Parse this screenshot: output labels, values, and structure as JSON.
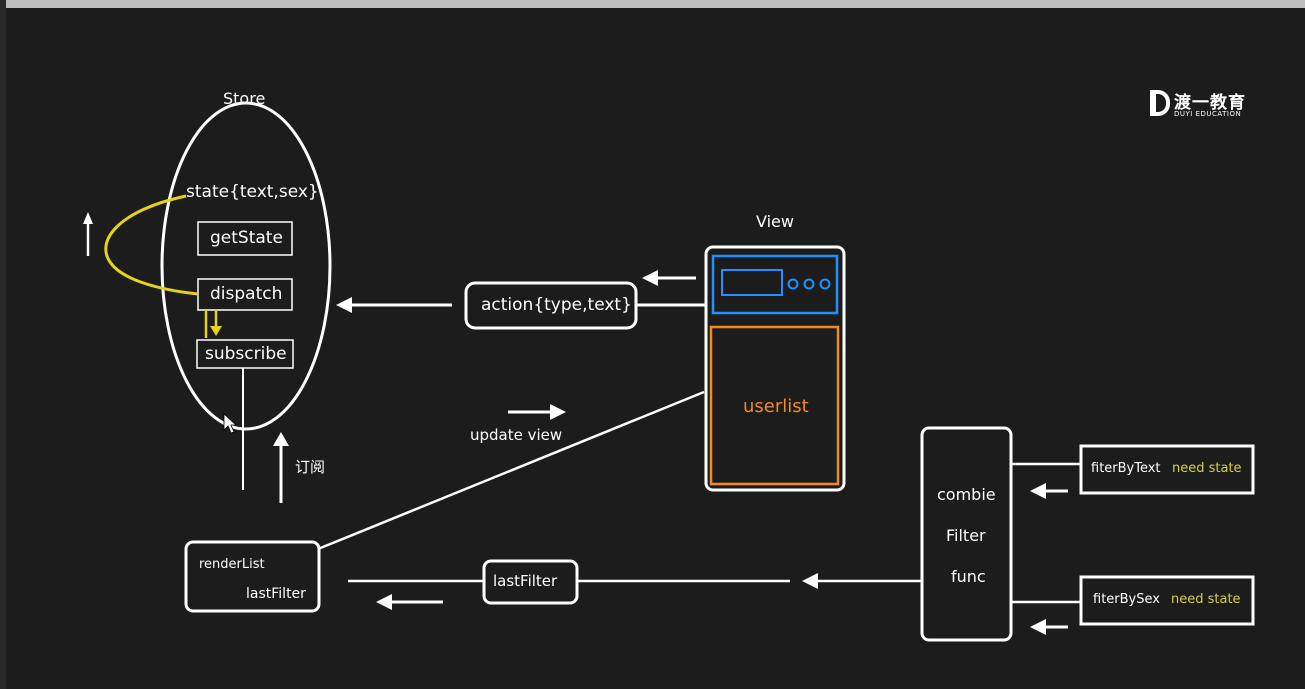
{
  "store": {
    "title": "Store",
    "state": "state{text,sex}",
    "get_state": "getState",
    "dispatch": "dispatch",
    "subscribe": "subscribe",
    "subscribe_note": "订阅"
  },
  "view": {
    "title": "View",
    "userlist": "userlist"
  },
  "action": "action{type,text}",
  "update_view": "update view",
  "render": {
    "render_list": "renderList",
    "last_filter": "lastFilter"
  },
  "last_filter_box": "lastFilter",
  "combine": {
    "line1": "combie",
    "line2": "Filter",
    "line3": "func"
  },
  "filters": [
    {
      "name": "fiterByText",
      "note": "need state"
    },
    {
      "name": "fiterBySex",
      "note": "need state"
    }
  ],
  "logo": {
    "name": "渡一教育",
    "sub": "DUYI EDUCATION"
  },
  "colors": {
    "background": "#1c1c1c",
    "line": "#ffffff",
    "yellow": "#e6d21a",
    "blue": "#1e90ff",
    "orange": "#f28a1e",
    "note_yellow": "#d8cf3a"
  }
}
